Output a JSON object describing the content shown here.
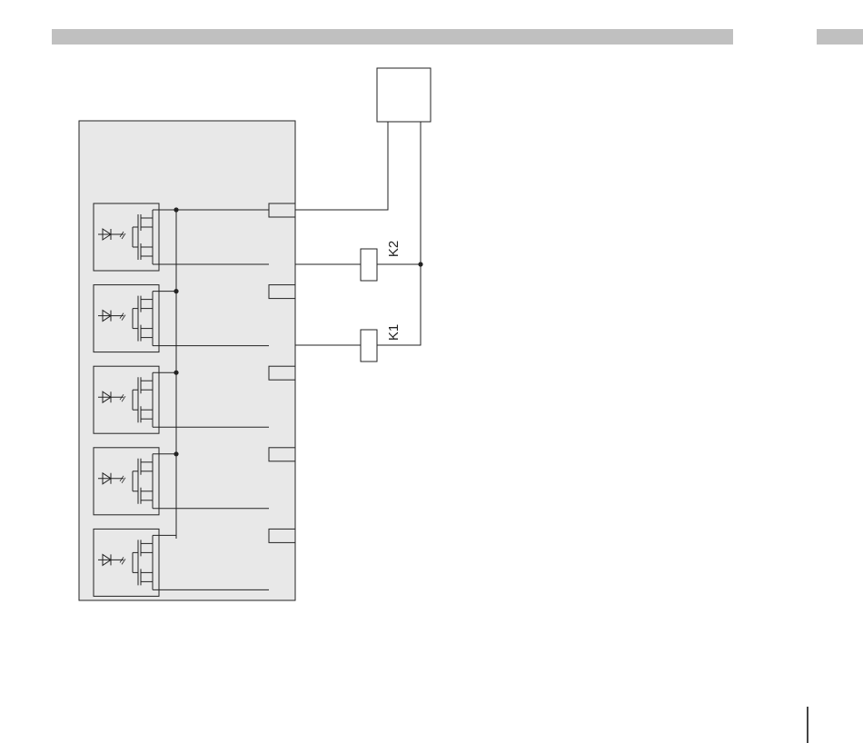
{
  "diagram": {
    "colors": {
      "line": "#222222",
      "module_fill": "#e8e8e8",
      "header_bar": "#c0c0c0",
      "background": "#ffffff"
    },
    "relays": [
      {
        "label": "K2"
      },
      {
        "label": "K1"
      }
    ],
    "solid_state_relay_count": 5,
    "output_terminal_count": 5
  }
}
